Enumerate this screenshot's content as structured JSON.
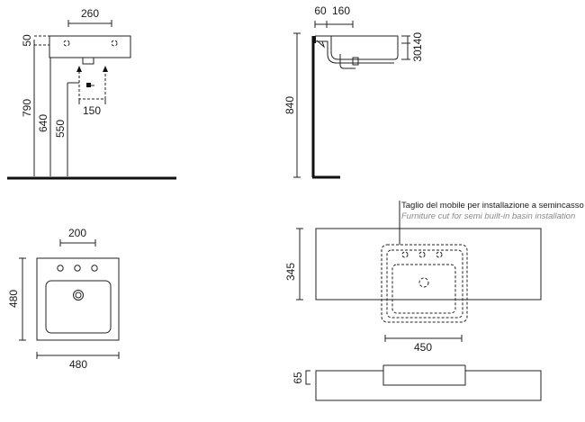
{
  "front_view": {
    "dim_width": "260",
    "dim_top": "50",
    "dim_total_height": "790",
    "dim_rim_height": "640",
    "dim_pipe_height": "550",
    "dim_pipe_spacing": "150"
  },
  "side_view": {
    "dim_wall_gap": "60",
    "dim_depth": "160",
    "dim_front_a": "30",
    "dim_front_b": "140",
    "dim_height": "840"
  },
  "plan_view": {
    "dim_taps": "200",
    "dim_height": "480",
    "dim_width": "480"
  },
  "countertop_view": {
    "note_it": "Taglio del mobile per installazione a semincasso",
    "note_en": "Furniture cut for semi built-in basin installation",
    "dim_depth": "345",
    "dim_cut_width": "450",
    "dim_thickness": "65"
  }
}
